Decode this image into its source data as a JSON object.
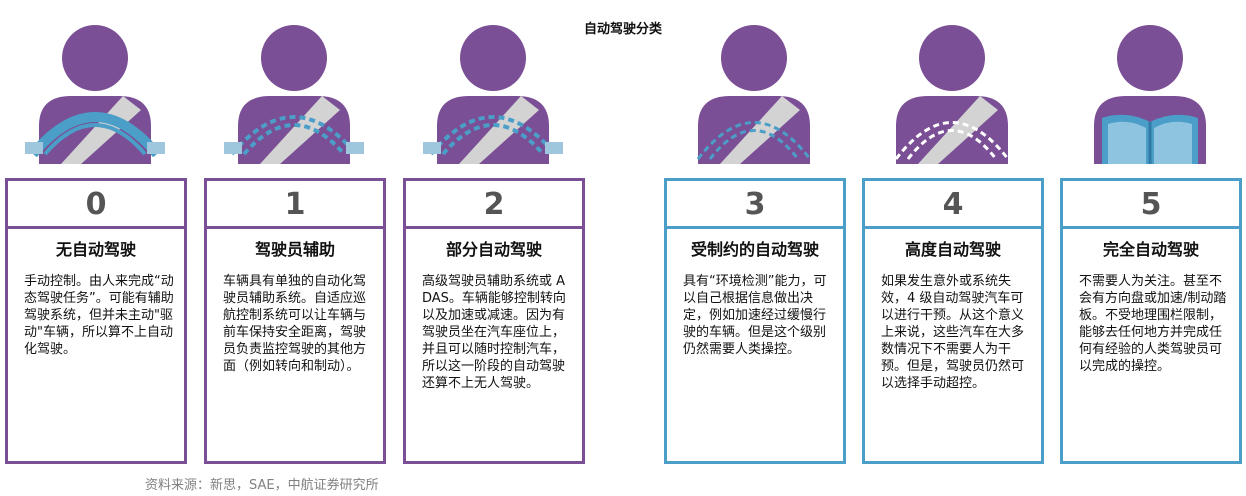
{
  "title": "自动驾驶分类",
  "source": "资料来源：新思，SAE，中航证券研究所",
  "colors": {
    "purple": "#7b4f96",
    "blue": "#4a9ec8",
    "number": "#555555"
  },
  "levels": [
    {
      "number": "0",
      "name": "无自动驾驶",
      "description": "手动控制。由人来完成“动态驾驶任务”。可能有辅助驾驶系统，但并未主动\"驱动\"车辆，所以算不上自动化驾驶。",
      "icon": "driver-steering-wheel-icon"
    },
    {
      "number": "1",
      "name": "驾驶员辅助",
      "description": "车辆具有单独的自动化驾驶员辅助系统。自适应巡航控制系统可以让车辆与前车保持安全距离，驾驶员负责监控驾驶的其他方面（例如转向和制动）。",
      "icon": "driver-assisted-wheel-icon"
    },
    {
      "number": "2",
      "name": "部分自动驾驶",
      "description": "高级驾驶员辅助系统或 ADAS。车辆能够控制转向以及加速或减速。因为有驾驶员坐在汽车座位上，并且可以随时控制汽车，所以这一阶段的自动驾驶还算不上无人驾驶。",
      "icon": "driver-partial-wheel-icon"
    },
    {
      "number": "3",
      "name": "受制约的自动驾驶",
      "description": "具有“环境检测”能力，可以自己根据信息做出决定，例如加速经过缓慢行驶的车辆。但是这个级别仍然需要人类操控。",
      "icon": "driver-conditional-wheel-icon"
    },
    {
      "number": "4",
      "name": "高度自动驾驶",
      "description": "如果发生意外或系统失效，4 级自动驾驶汽车可以进行干预。从这个意义上来说，这些汽车在大多数情况下不需要人为干预。但是，驾驶员仍然可以选择手动超控。",
      "icon": "driver-high-automation-icon"
    },
    {
      "number": "5",
      "name": "完全自动驾驶",
      "description": "不需要人为关注。甚至不会有方向盘或加速/制动踏板。不受地理围栏限制，能够去任何地方并完成任何有经验的人类驾驶员可以完成的操控。",
      "icon": "person-reading-book-icon"
    }
  ]
}
